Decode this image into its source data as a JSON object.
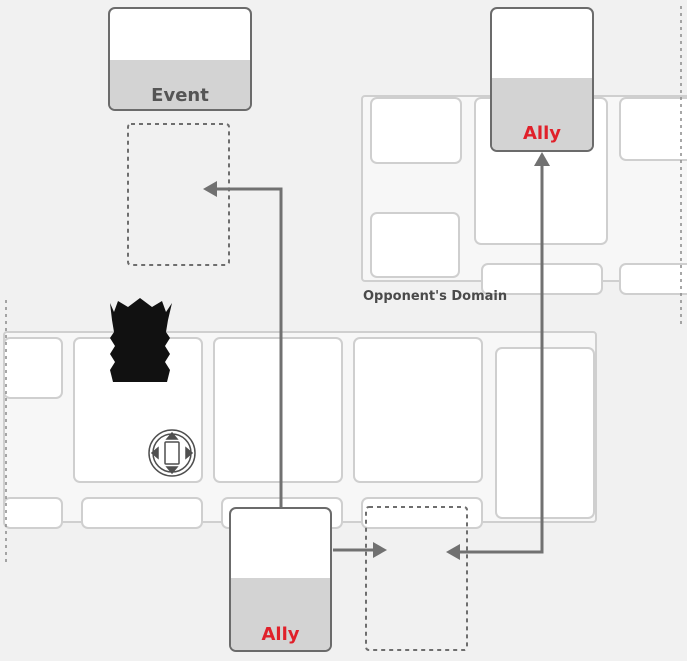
{
  "labels": {
    "event_card": "Event",
    "ally_card_opponent": "Ally",
    "ally_card_bottom": "Ally",
    "opponent_domain": "Opponent's Domain"
  },
  "colors": {
    "background": "#f1f1f1",
    "grid_line": "#cfcfcf",
    "arrow": "#717171",
    "card_border": "#6b6b6b",
    "card_lower": "#d3d3d3",
    "event_text": "#555555",
    "ally_text": "#e0202a",
    "silhouette": "#111111"
  },
  "icons": {
    "figure": "hooded-figure-silhouette-icon",
    "token": "circular-move-token-icon"
  }
}
